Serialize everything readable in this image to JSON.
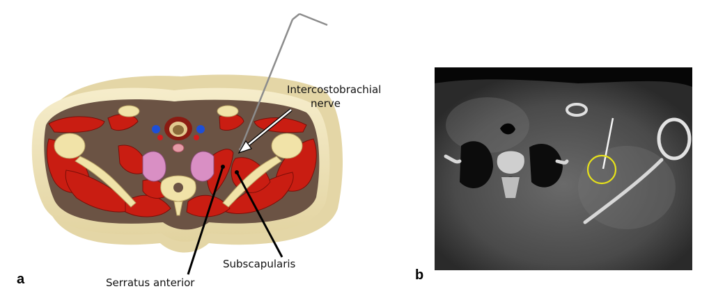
{
  "panels": {
    "a": {
      "letter": "a",
      "labels": {
        "nerve_line1": "Intercostobrachial",
        "nerve_line2": "nerve",
        "serratus": "Serratus anterior",
        "subscapularis": "Subscapularis"
      }
    },
    "b": {
      "letter": "b"
    }
  },
  "colors": {
    "skin": "#efe3b8",
    "fat": "#6b5344",
    "muscle": "#c91d12",
    "bone": "#f1e3a8",
    "lung": "#d98fc4",
    "vessel_blue": "#1d4fd8",
    "ct_highlight": "#e7e21a"
  }
}
